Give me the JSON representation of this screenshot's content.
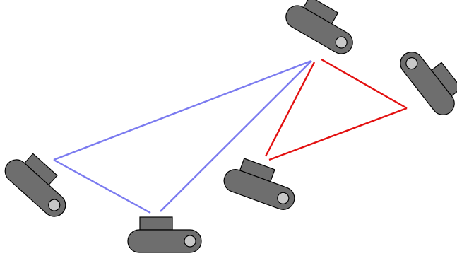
{
  "diagram": {
    "colors": {
      "background": "#ffffff",
      "device_body": "#6e6e6e",
      "device_stroke": "#000000",
      "lens": "#c8c8c8",
      "link_blue": "#7b7bf0",
      "link_red": "#e31010"
    },
    "devices": [
      {
        "id": "top-center",
        "icon": "camera-device-icon"
      },
      {
        "id": "right",
        "icon": "camera-device-icon"
      },
      {
        "id": "middle",
        "icon": "camera-device-icon"
      },
      {
        "id": "left",
        "icon": "camera-device-icon"
      },
      {
        "id": "bottom",
        "icon": "camera-device-icon"
      }
    ],
    "links": [
      {
        "group": "blue",
        "from": "top-center",
        "to": "left"
      },
      {
        "group": "blue",
        "from": "top-center",
        "to": "bottom"
      },
      {
        "group": "blue",
        "from": "left",
        "to": "bottom"
      },
      {
        "group": "red",
        "from": "top-center",
        "to": "right"
      },
      {
        "group": "red",
        "from": "top-center",
        "to": "middle"
      },
      {
        "group": "red",
        "from": "right",
        "to": "middle"
      }
    ]
  }
}
